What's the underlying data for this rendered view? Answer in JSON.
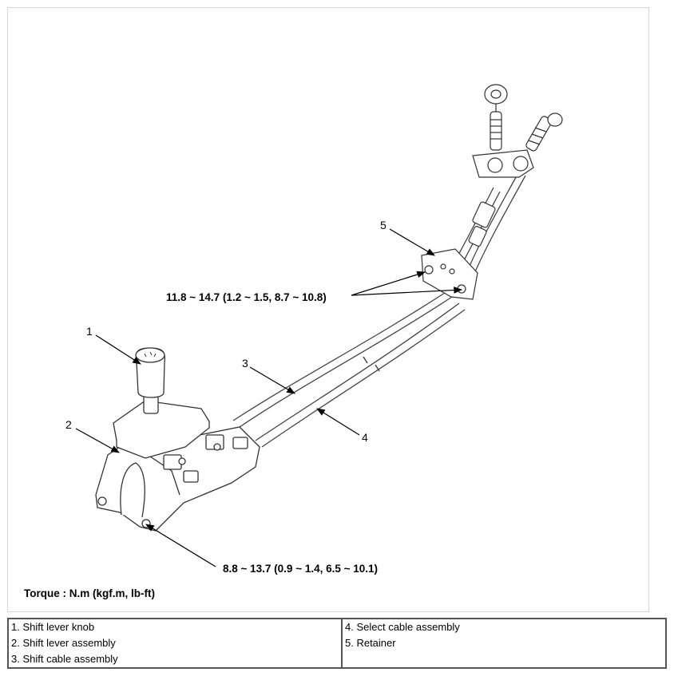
{
  "diagram": {
    "callouts": [
      "1",
      "2",
      "3",
      "4",
      "5"
    ],
    "torque_retainer": "11.8 ~ 14.7 (1.2 ~ 1.5, 8.7 ~ 10.8)",
    "torque_base": "8.8 ~ 13.7 (0.9 ~ 1.4, 6.5 ~ 10.1)",
    "torque_units": "Torque : N.m (kgf.m, lb-ft)"
  },
  "legend": {
    "left": [
      "1. Shift lever knob",
      "2. Shift lever assembly",
      "3. Shift cable assembly"
    ],
    "right": [
      "4. Select cable assembly",
      "5. Retainer"
    ]
  }
}
